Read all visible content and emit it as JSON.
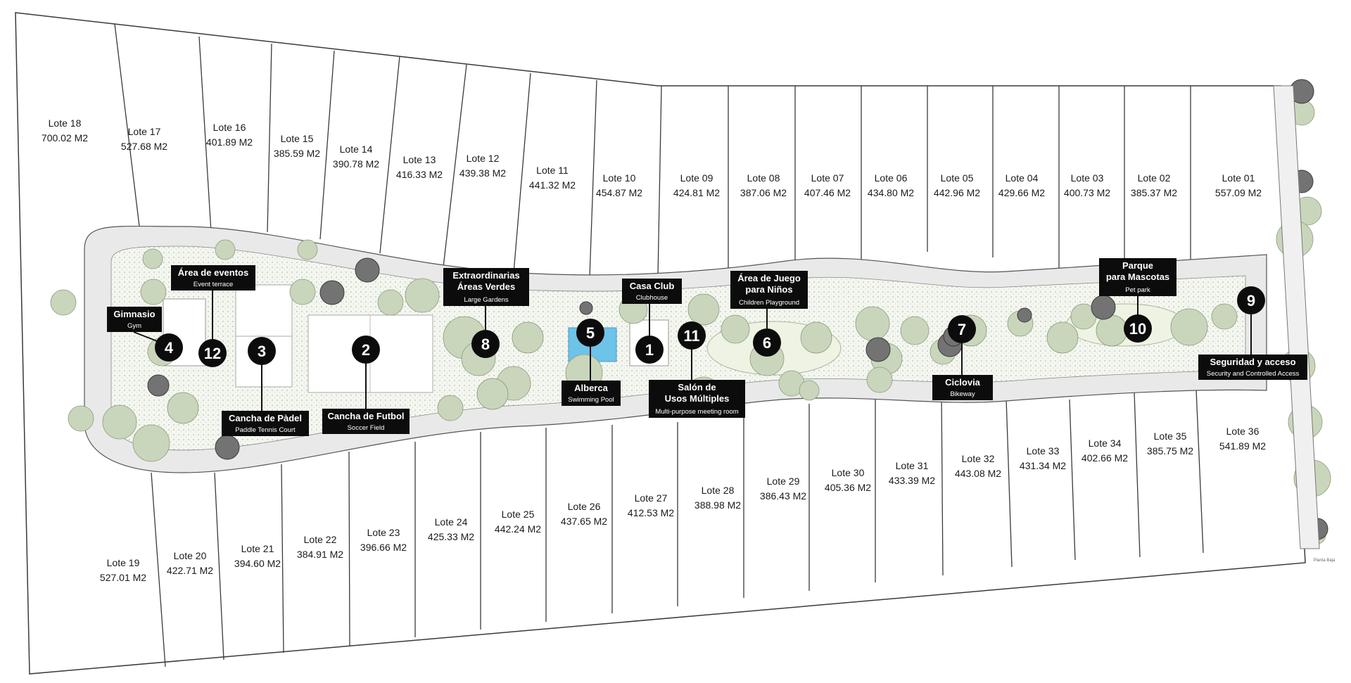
{
  "lots_north": [
    {
      "name": "Lote 18",
      "area": "700.02 M2"
    },
    {
      "name": "Lote 17",
      "area": "527.68 M2"
    },
    {
      "name": "Lote 16",
      "area": "401.89 M2"
    },
    {
      "name": "Lote 15",
      "area": "385.59 M2"
    },
    {
      "name": "Lote 14",
      "area": "390.78 M2"
    },
    {
      "name": "Lote 13",
      "area": "416.33 M2"
    },
    {
      "name": "Lote 12",
      "area": "439.38 M2"
    },
    {
      "name": "Lote 11",
      "area": "441.32 M2"
    },
    {
      "name": "Lote 10",
      "area": "454.87 M2"
    },
    {
      "name": "Lote 09",
      "area": "424.81 M2"
    },
    {
      "name": "Lote 08",
      "area": "387.06 M2"
    },
    {
      "name": "Lote 07",
      "area": "407.46 M2"
    },
    {
      "name": "Lote 06",
      "area": "434.80 M2"
    },
    {
      "name": "Lote 05",
      "area": "442.96 M2"
    },
    {
      "name": "Lote 04",
      "area": "429.66 M2"
    },
    {
      "name": "Lote 03",
      "area": "400.73 M2"
    },
    {
      "name": "Lote 02",
      "area": "385.37 M2"
    },
    {
      "name": "Lote 01",
      "area": "557.09 M2"
    }
  ],
  "lots_south": [
    {
      "name": "Lote  19",
      "area": "527.01 M2"
    },
    {
      "name": "Lote  20",
      "area": "422.71 M2"
    },
    {
      "name": "Lote  21",
      "area": "394.60 M2"
    },
    {
      "name": "Lote  22",
      "area": "384.91 M2"
    },
    {
      "name": "Lote  23",
      "area": "396.66 M2"
    },
    {
      "name": "Lote  24",
      "area": "425.33 M2"
    },
    {
      "name": "Lote  25",
      "area": "442.24 M2"
    },
    {
      "name": "Lote  26",
      "area": "437.65 M2"
    },
    {
      "name": "Lote  27",
      "area": "412.53 M2"
    },
    {
      "name": "Lote  28",
      "area": "388.98 M2"
    },
    {
      "name": "Lote  29",
      "area": "386.43 M2"
    },
    {
      "name": "Lote  30",
      "area": "405.36 M2"
    },
    {
      "name": "Lote  31",
      "area": "433.39 M2"
    },
    {
      "name": "Lote  32",
      "area": "443.08 M2"
    },
    {
      "name": "Lote  33",
      "area": "431.34 M2"
    },
    {
      "name": "Lote  34",
      "area": "402.66 M2"
    },
    {
      "name": "Lote  35",
      "area": "385.75 M2"
    },
    {
      "name": "Lote  36",
      "area": "541.89 M2"
    }
  ],
  "amenities": [
    {
      "num": "1",
      "title": [
        "Casa Club"
      ],
      "sub": "Clubhouse"
    },
    {
      "num": "2",
      "title": [
        "Cancha de Futbol"
      ],
      "sub": "Soccer Field"
    },
    {
      "num": "3",
      "title": [
        "Cancha de Pàdel"
      ],
      "sub": "Paddle Tennis Court"
    },
    {
      "num": "4",
      "title": [
        "Gimnasio"
      ],
      "sub": "Gym"
    },
    {
      "num": "5",
      "title": [
        "Alberca"
      ],
      "sub": "Swimming Pool"
    },
    {
      "num": "6",
      "title": [
        "Área de Juego",
        "para Niños"
      ],
      "sub": "Children Playground"
    },
    {
      "num": "7",
      "title": [
        "Ciclovia"
      ],
      "sub": "Bikeway"
    },
    {
      "num": "8",
      "title": [
        "Extraordinarias",
        "Áreas Verdes"
      ],
      "sub": "Large Gardens"
    },
    {
      "num": "9",
      "title": [
        "Seguridad y acceso"
      ],
      "sub": "Security and Controlled Access"
    },
    {
      "num": "10",
      "title": [
        "Parque",
        "para Mascotas"
      ],
      "sub": "Pet park"
    },
    {
      "num": "11",
      "title": [
        "Salón de",
        "Usos Múltiples"
      ],
      "sub": "Multi-purpose meeting room"
    },
    {
      "num": "12",
      "title": [
        "Área de eventos"
      ],
      "sub": "Event terrace"
    }
  ],
  "street_label": "Planta Baja",
  "colors": {
    "lot_line": "#3a3a3a",
    "road": "#ededed",
    "green": "#f3f5ef",
    "tree": "#c7d4b8",
    "tree_dark": "#6b6b6b",
    "label_bg": "#0c0c0c",
    "pool": "#6ec3e8"
  }
}
